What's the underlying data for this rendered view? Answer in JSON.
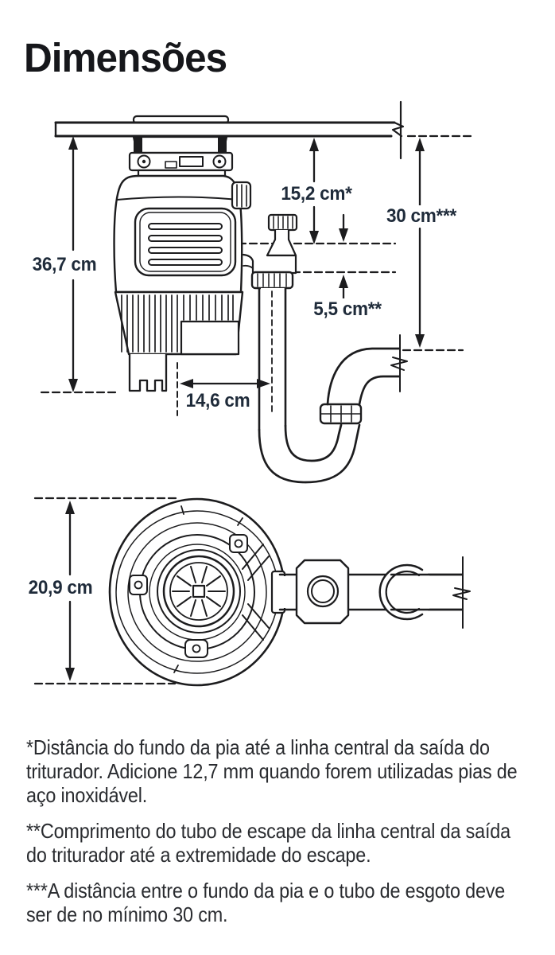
{
  "page": {
    "title": "Dimensões"
  },
  "colors": {
    "drawing_line": "#1c1c1e",
    "dimension_text": "#1f2b3a",
    "body_text": "#2a2c30",
    "title_text": "#16171b",
    "background": "#ffffff"
  },
  "side_view": {
    "dims": {
      "d367": "36,7 cm",
      "d152": "15,2 cm*",
      "d30": "30 cm***",
      "d55": "5,5 cm**",
      "d146": "14,6 cm"
    }
  },
  "top_view": {
    "dims": {
      "d209": "20,9 cm"
    }
  },
  "footnotes": [
    {
      "text": "*Distância do fundo da pia até a linha central da saída do\ntriturador. Adicione 12,7 mm quando forem utilizadas pias de\naço inoxidável."
    },
    {
      "text": "**Comprimento do tubo de escape da linha central da saída\ndo triturador até a extremidade do escape."
    },
    {
      "text": "***A distância entre o fundo da pia e o tubo de esgoto deve\nser de no mínimo 30 cm."
    }
  ]
}
